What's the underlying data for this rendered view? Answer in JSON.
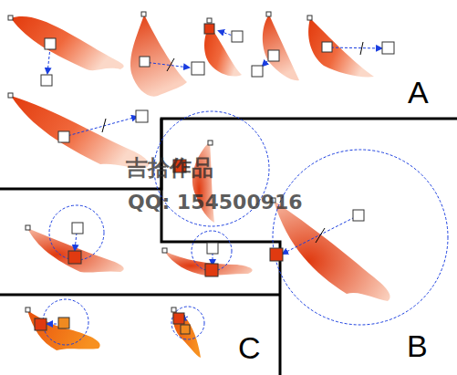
{
  "diagram": {
    "labels": [
      "A",
      "吉拾作品",
      "QQ: 154500916",
      "B",
      "C"
    ]
  }
}
